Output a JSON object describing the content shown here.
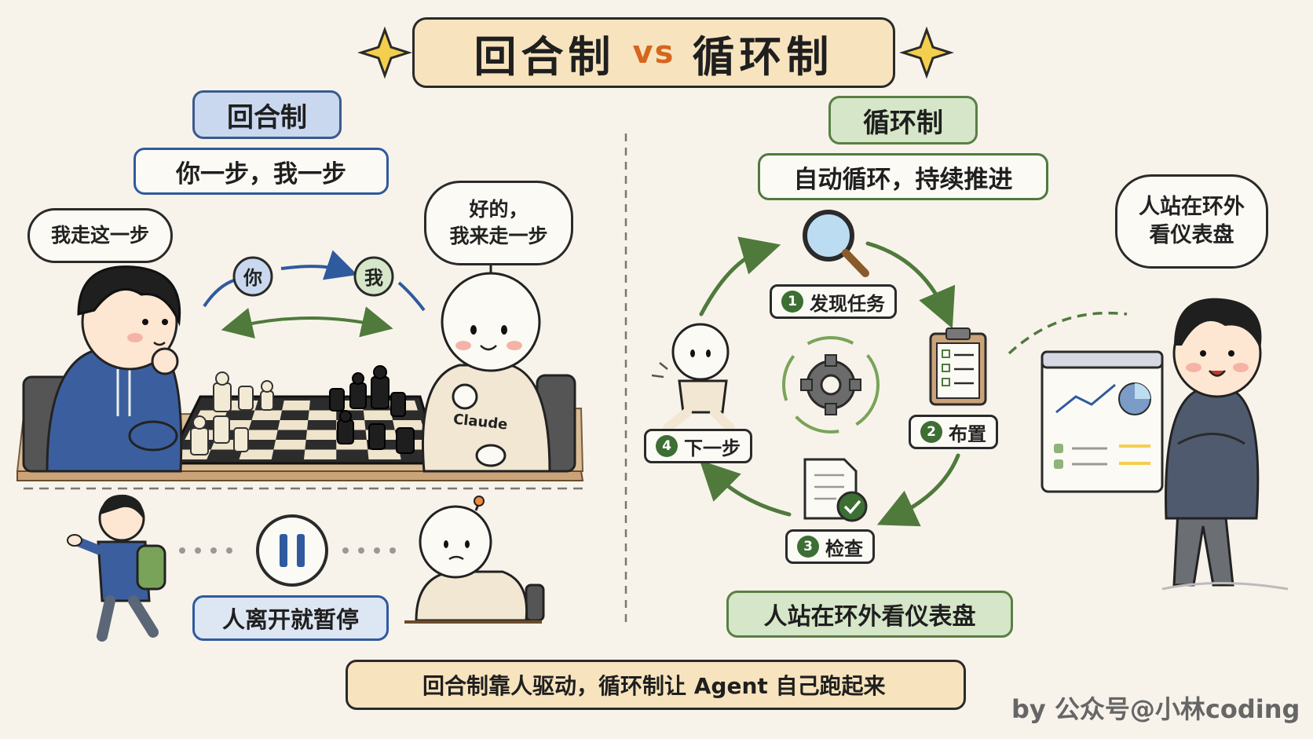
{
  "title": {
    "left": "回合制",
    "vs": "vs",
    "right": "循环制"
  },
  "left": {
    "tag": "回合制",
    "subtitle": "你一步，我一步",
    "human_speech": "我走这一步",
    "robot_speech": [
      "好的，",
      "我来走一步"
    ],
    "token_you": "你",
    "token_me": "我",
    "robot_shirt": "Claude",
    "pause_label": "人离开就暂停"
  },
  "right": {
    "tag": "循环制",
    "subtitle": "自动循环，持续推进",
    "steps": [
      {
        "num": "1",
        "label": "发现任务"
      },
      {
        "num": "2",
        "label": "布置"
      },
      {
        "num": "3",
        "label": "检查"
      },
      {
        "num": "4",
        "label": "下一步"
      }
    ],
    "human_speech": [
      "人站在环外",
      "看仪表盘"
    ],
    "bottom_label": "人站在环外看仪表盘"
  },
  "summary": "回合制靠人驱动，循环制让 Agent 自己跑起来",
  "credit": "by 公众号@小林coding",
  "colors": {
    "blue": "#2f5a9e",
    "green": "#4f7a3c",
    "orange": "#d4661e",
    "title_bg": "#f7e3bd",
    "paper": "#f7f3ea"
  }
}
